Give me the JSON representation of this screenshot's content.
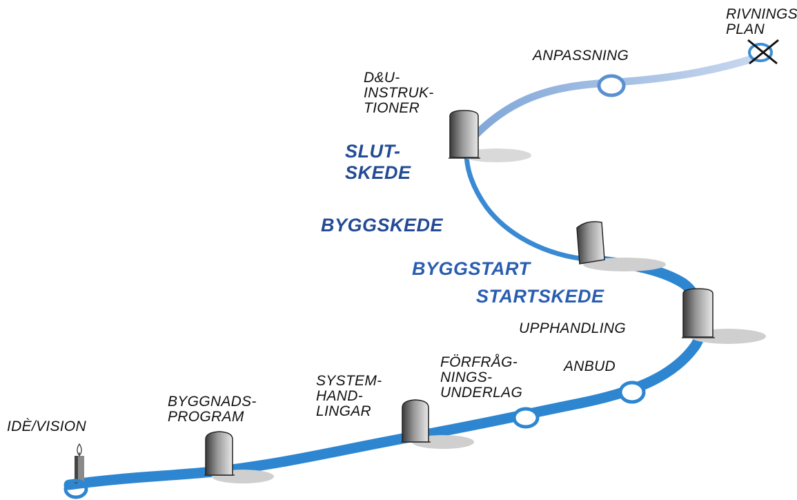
{
  "colors": {
    "road": "#2e86d0",
    "road_light": "#a9c2e3",
    "phase_text": "#234b95",
    "label_text": "#111111",
    "stone": "#6e6e6e"
  },
  "milestones": {
    "ide_vision": "IDÈ/VISION",
    "byggnadsprogram": [
      "BYGGNADS-",
      "PROGRAM"
    ],
    "systemhandlingar": [
      "SYSTEM-",
      "HAND-",
      "LINGAR"
    ],
    "forfragningsunderlag": [
      "FÖRFRÅG-",
      "NINGS-",
      "UNDERLAG"
    ],
    "anbud": "ANBUD",
    "upphandling": "UPPHANDLING",
    "du_instruktioner": [
      "D&U-",
      "INSTRUK-",
      "TIONER"
    ],
    "anpassning": "ANPASSNING",
    "rivningsplan": [
      "RIVNINGS-",
      "PLAN"
    ]
  },
  "phases": {
    "startskede": "STARTSKEDE",
    "byggstart": "BYGGSTART",
    "byggskede": "BYGGSKEDE",
    "slutskede": [
      "SLUT-",
      "SKEDE"
    ]
  },
  "icons": [
    "candle-icon",
    "milestone-stone-icon",
    "ring-marker-icon",
    "demolition-cross-icon"
  ]
}
